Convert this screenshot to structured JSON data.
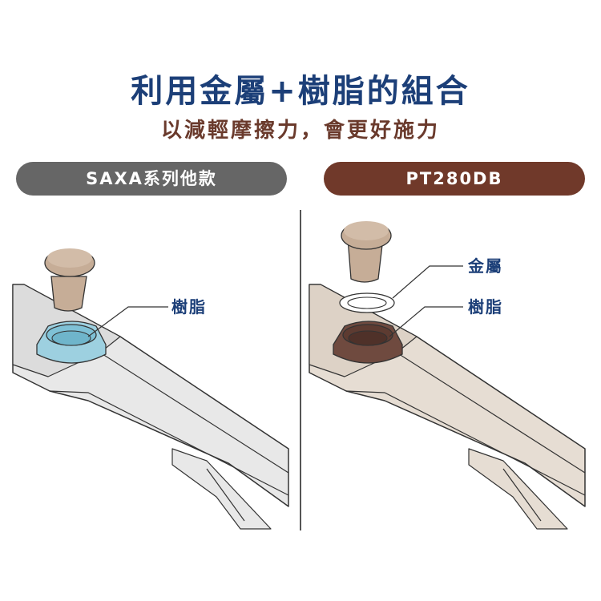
{
  "header": {
    "title": "利用金屬+樹脂的組合",
    "subtitle": "以減輕摩擦力，會更好施力"
  },
  "left_panel": {
    "label": "SAXA系列他款",
    "callout_resin": "樹脂"
  },
  "right_panel": {
    "label": "PT280DB",
    "callout_metal": "金屬",
    "callout_resin": "樹脂"
  },
  "colors": {
    "title": "#1c3f78",
    "subtitle": "#6a3a2c",
    "left_pill": "#666666",
    "right_pill": "#70392a",
    "resin_blue": "#9dd0e0",
    "resin_brown": "#6f4a3f",
    "pin": "#c6ad97",
    "left_blade": "#e8e8e8",
    "right_blade": "#e6ddd3"
  }
}
